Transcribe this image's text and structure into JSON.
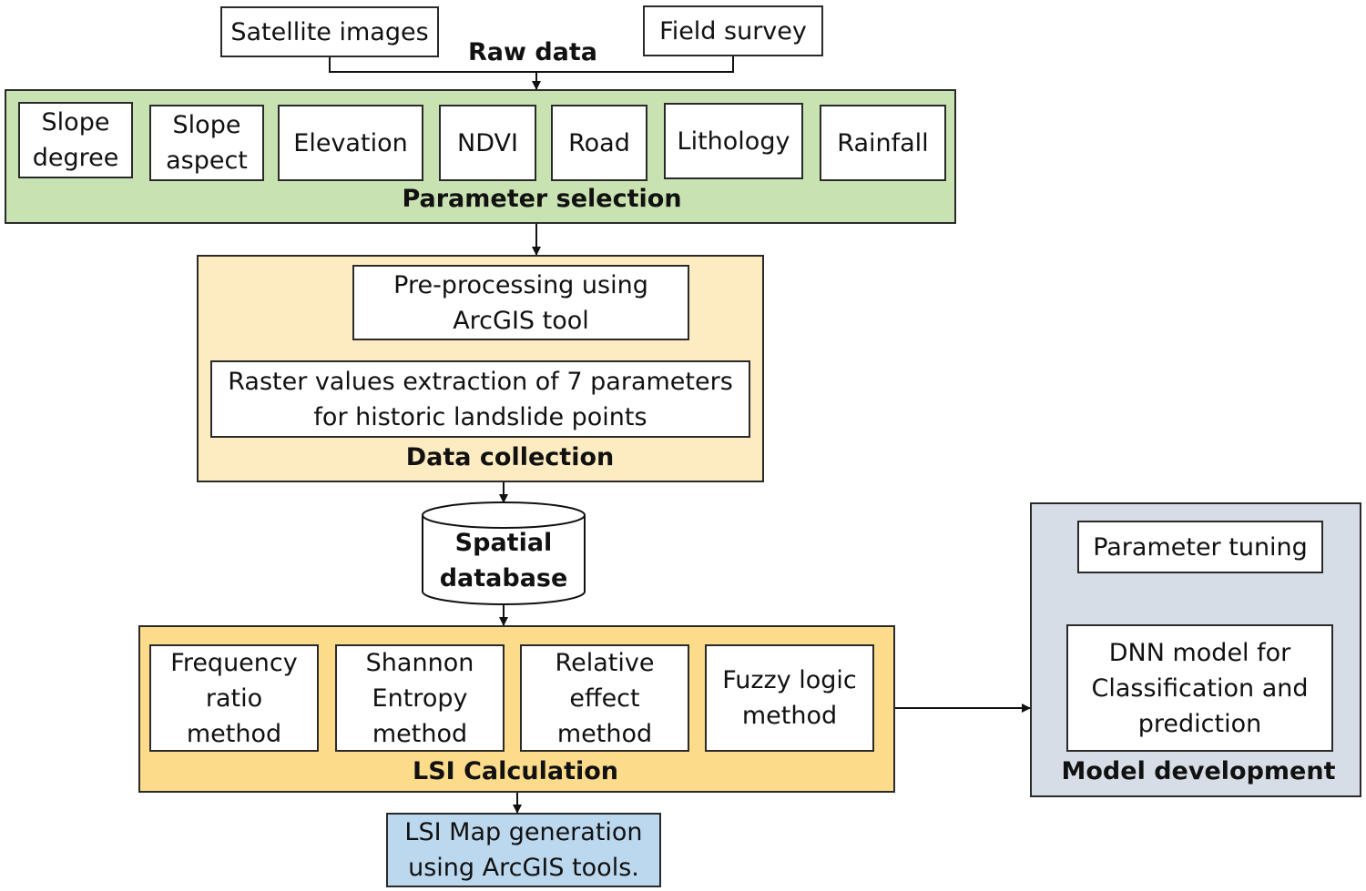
{
  "raw_data": {
    "label": "Raw data",
    "sources": [
      "Satellite images",
      "Field survey"
    ]
  },
  "parameter_selection": {
    "label": "Parameter selection",
    "parameters": [
      "Slope\ndegree",
      "Slope\naspect",
      "Elevation",
      "NDVI",
      "Road",
      "Lithology",
      "Rainfall"
    ]
  },
  "data_collection": {
    "label": "Data collection",
    "preprocessing": "Pre-processing using\nArcGIS tool",
    "extraction": "Raster values extraction of 7 parameters\nfor historic landslide points"
  },
  "spatial_database": {
    "label": "Spatial\ndatabase"
  },
  "lsi_calculation": {
    "label": "LSI Calculation",
    "methods": [
      "Frequency\nratio\nmethod",
      "Shannon\nEntropy\nmethod",
      "Relative\neffect\nmethod",
      "Fuzzy logic\nmethod"
    ]
  },
  "lsi_map": {
    "label": "LSI Map generation\nusing ArcGIS tools."
  },
  "model_development": {
    "label": "Model development",
    "tuning": "Parameter tuning",
    "dnn": "DNN model for\nClassification and\nprediction"
  },
  "colors": {
    "parameter_panel": "#c8e2b2",
    "data_collection_panel": "#fdecc1",
    "lsi_panel": "#fcdc8a",
    "model_panel": "#d6dde6",
    "lsi_map_box": "#bcd8ee"
  }
}
